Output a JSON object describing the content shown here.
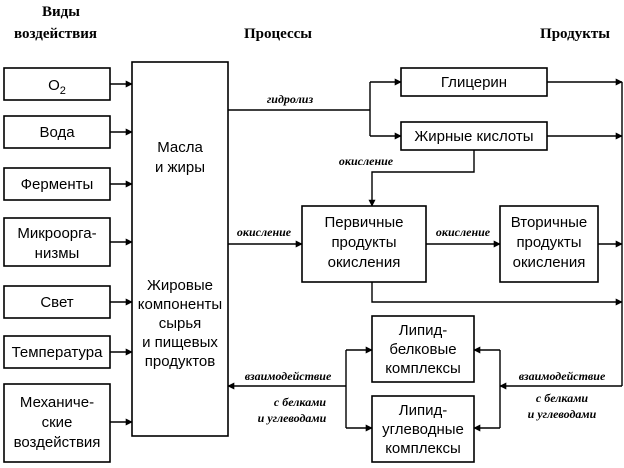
{
  "headers": {
    "influences_line1": "Виды",
    "influences_line2": "воздействия",
    "processes": "Процессы",
    "products": "Продукты"
  },
  "influences": {
    "o2": "O",
    "o2_sub": "2",
    "water": "Вода",
    "enzymes": "Ферменты",
    "microbes_line1": "Микроорга-",
    "microbes_line2": "низмы",
    "light": "Свет",
    "temperature": "Температура",
    "mechanical_line1": "Механиче-",
    "mechanical_line2": "ские",
    "mechanical_line3": "воздействия"
  },
  "center": {
    "oils_line1": "Масла",
    "oils_line2": "и жиры",
    "fat_line1": "Жировые",
    "fat_line2": "компоненты",
    "fat_line3": "сырья",
    "fat_line4": "и пищевых",
    "fat_line5": "продуктов"
  },
  "products": {
    "glycerin": "Глицерин",
    "fatty_acids": "Жирные кислоты",
    "primary_line1": "Первичные",
    "primary_line2": "продукты",
    "primary_line3": "окисления",
    "secondary_line1": "Вторичные",
    "secondary_line2": "продукты",
    "secondary_line3": "окисления",
    "lipid_protein_line1": "Липид-",
    "lipid_protein_line2": "белковые",
    "lipid_protein_line3": "комплексы",
    "lipid_carb_line1": "Липид-",
    "lipid_carb_line2": "углеводные",
    "lipid_carb_line3": "комплексы"
  },
  "edge_labels": {
    "hydrolysis": "гидролиз",
    "oxidation_1": "окисление",
    "oxidation_2": "окисление",
    "oxidation_3": "окисление",
    "interaction_left": "взаимодействие",
    "with_proteins_left": "с белками",
    "and_carbs_left": "и углеводами",
    "interaction_right": "взаимодействие",
    "with_proteins_right": "с белками",
    "and_carbs_right": "и углеводами"
  }
}
